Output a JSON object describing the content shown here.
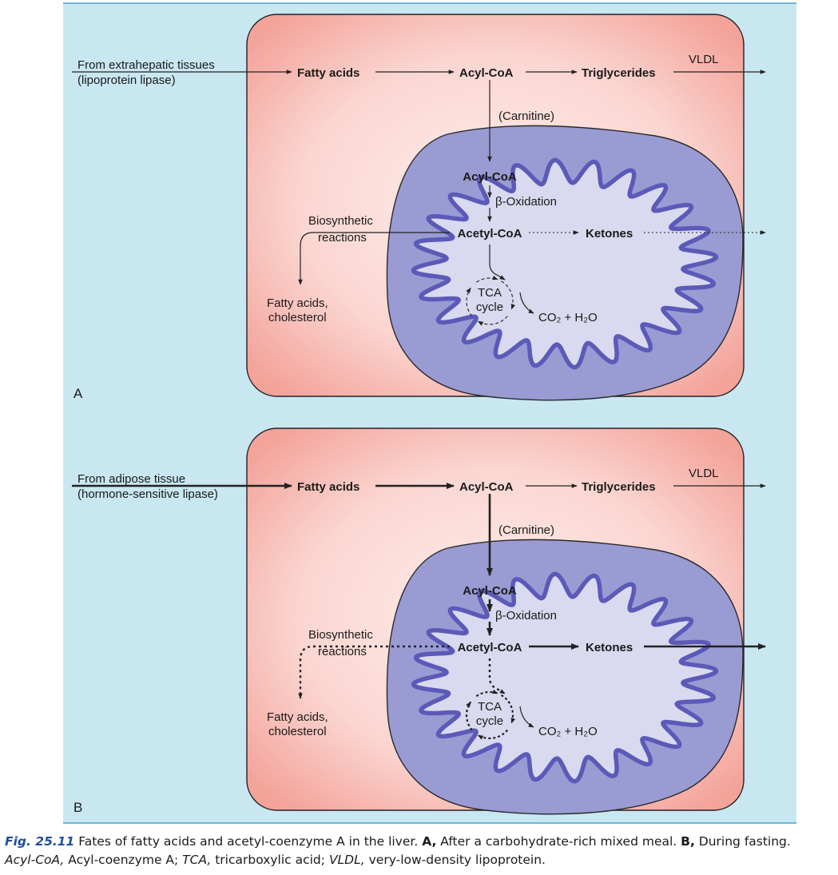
{
  "colors": {
    "background": "#c8e7f1",
    "frame_line": "#4aa3c7",
    "cell_edge": "#f2a59c",
    "cell_center": "#fdeae7",
    "mito_outer": "#9a9bd3",
    "mito_inner": "#d9d9ef",
    "cristae": "#5c5ab8",
    "arrow": "#222222",
    "caption_label": "#1f4e9c"
  },
  "panels": [
    {
      "id": "A",
      "panel_label": "A",
      "source_line1": "From extrahepatic tissues",
      "source_line2": "(lipoprotein lipase)",
      "fatty_acids": "Fatty acids",
      "acyl_coa_cyto": "Acyl-CoA",
      "triglycerides": "Triglycerides",
      "vldl": "VLDL",
      "carnitine": "(Carnitine)",
      "acyl_coa_mito": "Acyl-CoA",
      "beta_oxidation": "β-Oxidation",
      "biosynthetic_line1": "Biosynthetic",
      "biosynthetic_line2": "reactions",
      "acetyl_coa": "Acetyl-CoA",
      "ketones": "Ketones",
      "fa_chol_line1": "Fatty acids,",
      "fa_chol_line2": "cholesterol",
      "tca_line1": "TCA",
      "tca_line2": "cycle",
      "co2_h2o": "CO₂ + H₂O"
    },
    {
      "id": "B",
      "panel_label": "B",
      "source_line1": "From adipose tissue",
      "source_line2": "(hormone-sensitive lipase)",
      "fatty_acids": "Fatty acids",
      "acyl_coa_cyto": "Acyl-CoA",
      "triglycerides": "Triglycerides",
      "vldl": "VLDL",
      "carnitine": "(Carnitine)",
      "acyl_coa_mito": "Acyl-CoA",
      "beta_oxidation": "β-Oxidation",
      "biosynthetic_line1": "Biosynthetic",
      "biosynthetic_line2": "reactions",
      "acetyl_coa": "Acetyl-CoA",
      "ketones": "Ketones",
      "fa_chol_line1": "Fatty acids,",
      "fa_chol_line2": "cholesterol",
      "tca_line1": "TCA",
      "tca_line2": "cycle",
      "co2_h2o": "CO₂ + H₂O"
    }
  ],
  "caption": {
    "fig_label": "Fig. 25.11",
    "text1": " Fates of fatty acids and acetyl-coenzyme A in the liver. ",
    "a_label": "A,",
    "a_text": " After a carbohydrate-rich mixed meal. ",
    "b_label": "B,",
    "b_text": " During fasting.",
    "abbr1_term": "Acyl-CoA,",
    "abbr1_def": " Acyl-coenzyme A; ",
    "abbr2_term": "TCA,",
    "abbr2_def": " tricarboxylic acid; ",
    "abbr3_term": "VLDL,",
    "abbr3_def": " very-low-density lipoprotein."
  }
}
